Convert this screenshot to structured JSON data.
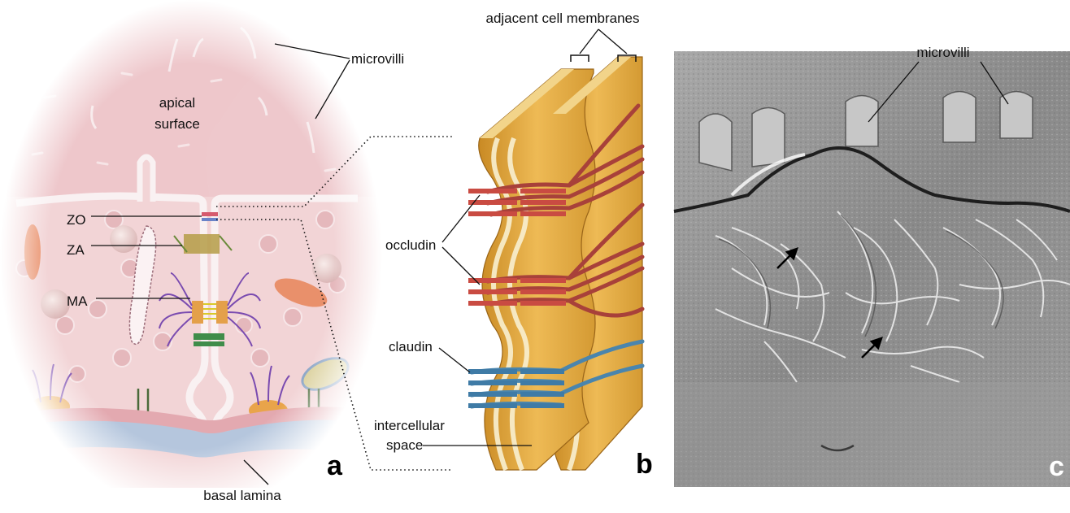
{
  "panel_a": {
    "letter": "a",
    "labels": {
      "apical_line1": "apical",
      "apical_line2": "surface",
      "microvilli": "microvilli",
      "zo": "ZO",
      "za": "ZA",
      "ma": "MA",
      "basal_lamina": "basal lamina"
    }
  },
  "panel_b": {
    "letter": "b",
    "labels": {
      "adjacent_membranes": "adjacent cell membranes",
      "occludin": "occludin",
      "claudin": "claudin",
      "intercellular_line1": "intercellular",
      "intercellular_line2": "space"
    }
  },
  "panel_c": {
    "letter": "c",
    "labels": {
      "microvilli": "microvilli"
    }
  },
  "colors": {
    "cytoplasm": "#f1d2d4",
    "apical_fill": "#eec4c8",
    "membrane": "#f7eef0",
    "basal_lamina": "#b7c6dc",
    "membrane_gold": "#e0a93d",
    "occludin_strand": "#b0433a",
    "claudin_strand": "#4c86ad",
    "micrograph_gray": "#8c8c8c"
  }
}
